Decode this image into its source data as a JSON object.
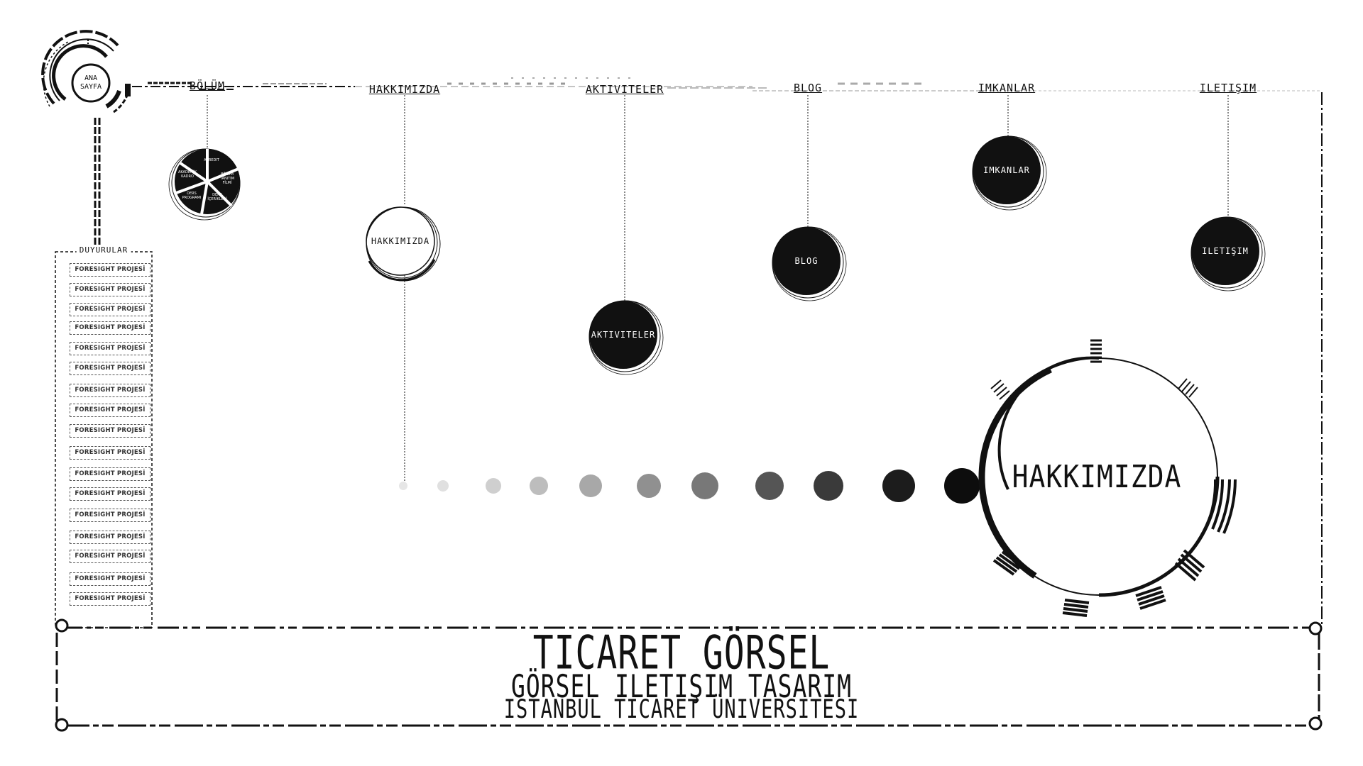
{
  "nav": {
    "home": "ANA SAYFA",
    "items": [
      {
        "label": "BÖLÜM"
      },
      {
        "label": "HAKKIMIZDA"
      },
      {
        "label": "AKTIVITELER"
      },
      {
        "label": "BLOG"
      },
      {
        "label": "IMKANLAR"
      },
      {
        "label": "ILETIŞIM"
      }
    ]
  },
  "circles": {
    "hakkimizda": "HAKKIMIZDA",
    "aktiviteler": "AKTIVITELER",
    "blog": "BLOG",
    "imkanlar": "IMKANLAR",
    "iletisim": "ILETIŞIM"
  },
  "bolum_pie": [
    "AKREDIT",
    "BÖLÜM\nTANITIM\nFİLMİ",
    "DERS\nİÇERİKLERİ",
    "DERS\nPROGRAMI",
    "AKADEMİK\nKADRO"
  ],
  "announcements": {
    "title": "DUYURULAR",
    "items": [
      "FORESIGHT PROJESİ",
      "FORESIGHT PROJESİ",
      "FORESIGHT PROJESİ",
      "FORESIGHT PROJESİ",
      "FORESIGHT PROJESİ",
      "FORESIGHT PROJESİ",
      "FORESIGHT PROJESİ",
      "FORESIGHT PROJESİ",
      "FORESIGHT PROJESİ",
      "FORESIGHT PROJESİ",
      "FORESIGHT PROJESİ",
      "FORESIGHT PROJESİ",
      "FORESIGHT PROJESİ",
      "FORESIGHT PROJESİ",
      "FORESIGHT PROJESİ",
      "FORESIGHT PROJESİ",
      "FORESIGHT PROJESİ"
    ]
  },
  "featured": {
    "label": "HAKKIMIZDA"
  },
  "footer": {
    "title": "TICARET GÖRSEL",
    "subtitle": "GÖRSEL ILETIŞIM TASARIM",
    "university": "ISTANBUL TICARET ÜNIVERSITESI"
  },
  "colors": {
    "ink": "#111111",
    "background": "#ffffff",
    "muted": "#777777"
  }
}
